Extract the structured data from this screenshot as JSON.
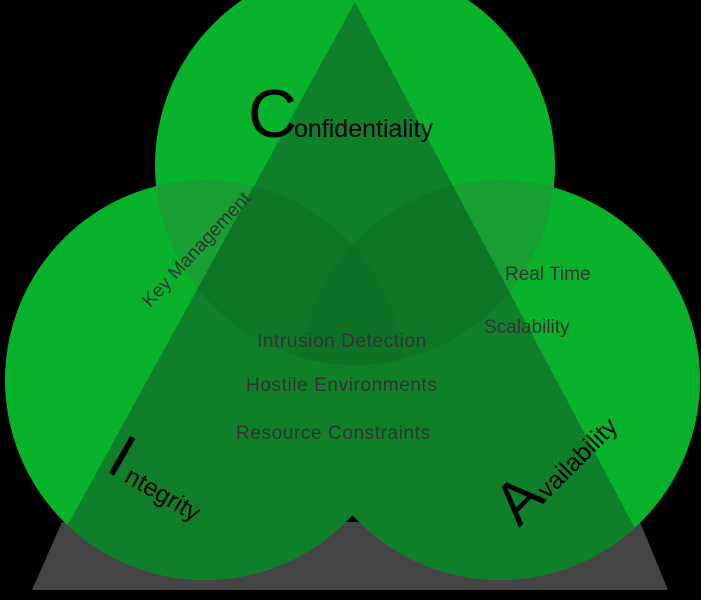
{
  "diagram": {
    "colors": {
      "background": "#000000",
      "circle": "#08b22a",
      "circle_overlap": "#179f33",
      "triangle_shade": "#107f2a",
      "base_gray": "#444444",
      "text": "#333333",
      "initial": "#000000"
    },
    "pillars": {
      "confidentiality": {
        "initial": "C",
        "rest": "onfidentiality"
      },
      "integrity": {
        "initial": "I",
        "rest": "ntegrity"
      },
      "availability": {
        "initial": "A",
        "rest": "vailability"
      }
    },
    "labels": {
      "key_management": "Key Management",
      "real_time": "Real Time",
      "scalability": "Scalability",
      "intrusion_detection": "Intrusion Detection",
      "hostile_environments": "Hostile Environments",
      "resource_constraints": "Resource Constraints"
    }
  }
}
